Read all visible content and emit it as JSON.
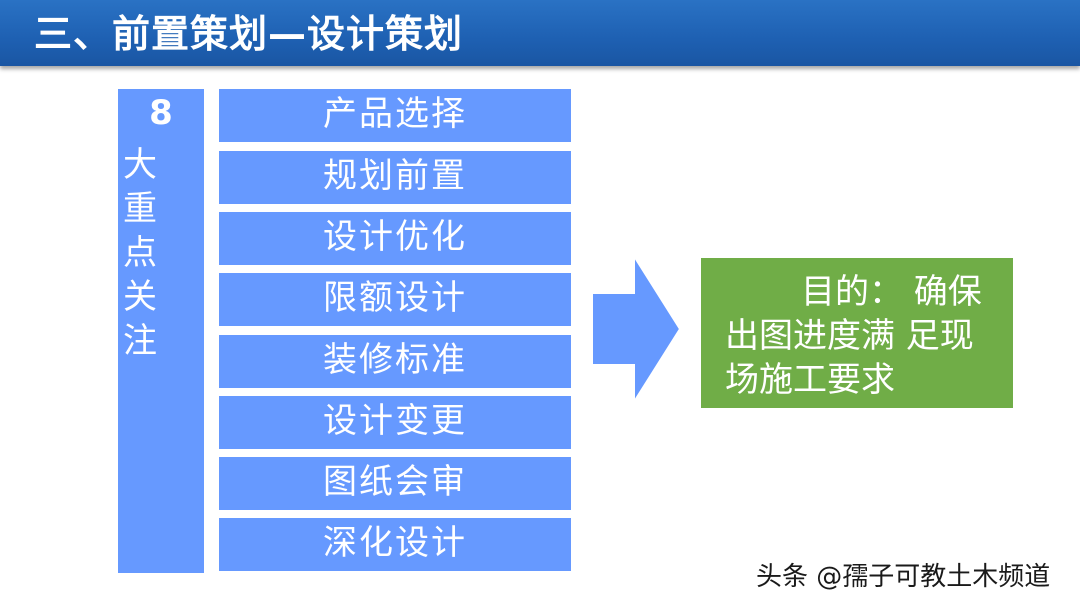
{
  "header": {
    "title": "三、前置策划—设计策划"
  },
  "sidebar": {
    "number": "8",
    "chars": [
      "大",
      "重",
      "点",
      "关",
      "注"
    ]
  },
  "items": [
    "产品选择",
    "规划前置",
    "设计优化",
    "限额设计",
    "装修标准",
    "设计变更",
    "图纸会审",
    "深化设计"
  ],
  "goal": {
    "lines": [
      "目的：  确保",
      "出图进度满  足现",
      "场施工要求"
    ]
  },
  "watermark": "头条 @孺子可教土木频道",
  "colors": {
    "header": "#1e60b2",
    "item_fill": "#6699ff",
    "goal_fill": "#70ad47",
    "text": "#ffffff"
  }
}
